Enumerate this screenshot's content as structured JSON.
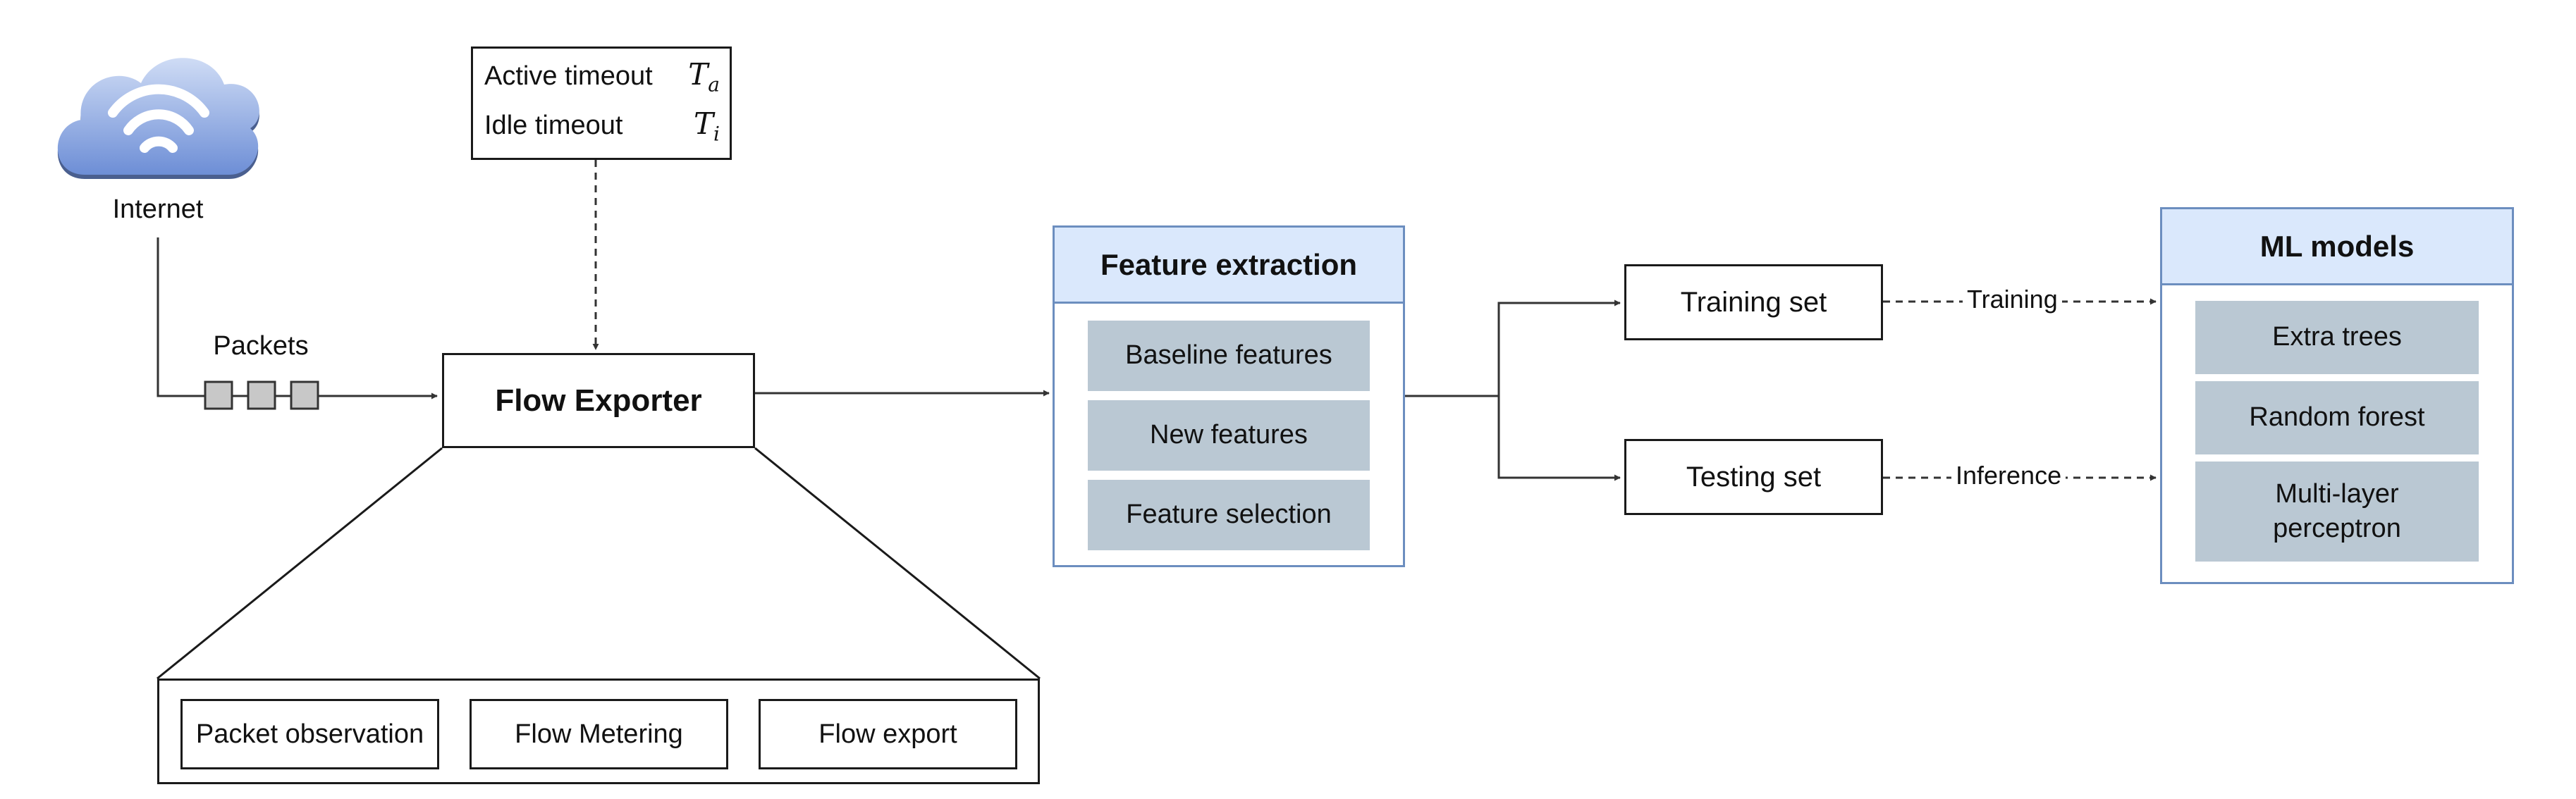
{
  "internet": {
    "label": "Internet"
  },
  "packets": {
    "label": "Packets"
  },
  "timeouts": {
    "active_label": "Active timeout",
    "active_symbol_base": "T",
    "active_symbol_sub": "a",
    "idle_label": "Idle timeout",
    "idle_symbol_base": "T",
    "idle_symbol_sub": "i"
  },
  "flow_exporter": {
    "title": "Flow Exporter",
    "stages": [
      "Packet observation",
      "Flow Metering",
      "Flow export"
    ]
  },
  "feature_extraction": {
    "title": "Feature extraction",
    "items": [
      "Baseline features",
      "New features",
      "Feature selection"
    ]
  },
  "sets": {
    "training": "Training set",
    "testing": "Testing set"
  },
  "edge_labels": {
    "training": "Training",
    "inference": "Inference"
  },
  "ml_models": {
    "title": "ML models",
    "items": [
      "Extra trees",
      "Random forest",
      "Multi-layer perceptron"
    ]
  },
  "colors": {
    "header_fill": "#dae8fc",
    "header_stroke": "#6c8ebf",
    "item_fill": "#bac8d3",
    "packet_fill": "#c8c8c8",
    "cloud_top": "#bcd0f0",
    "cloud_bottom": "#6d8ed6"
  }
}
